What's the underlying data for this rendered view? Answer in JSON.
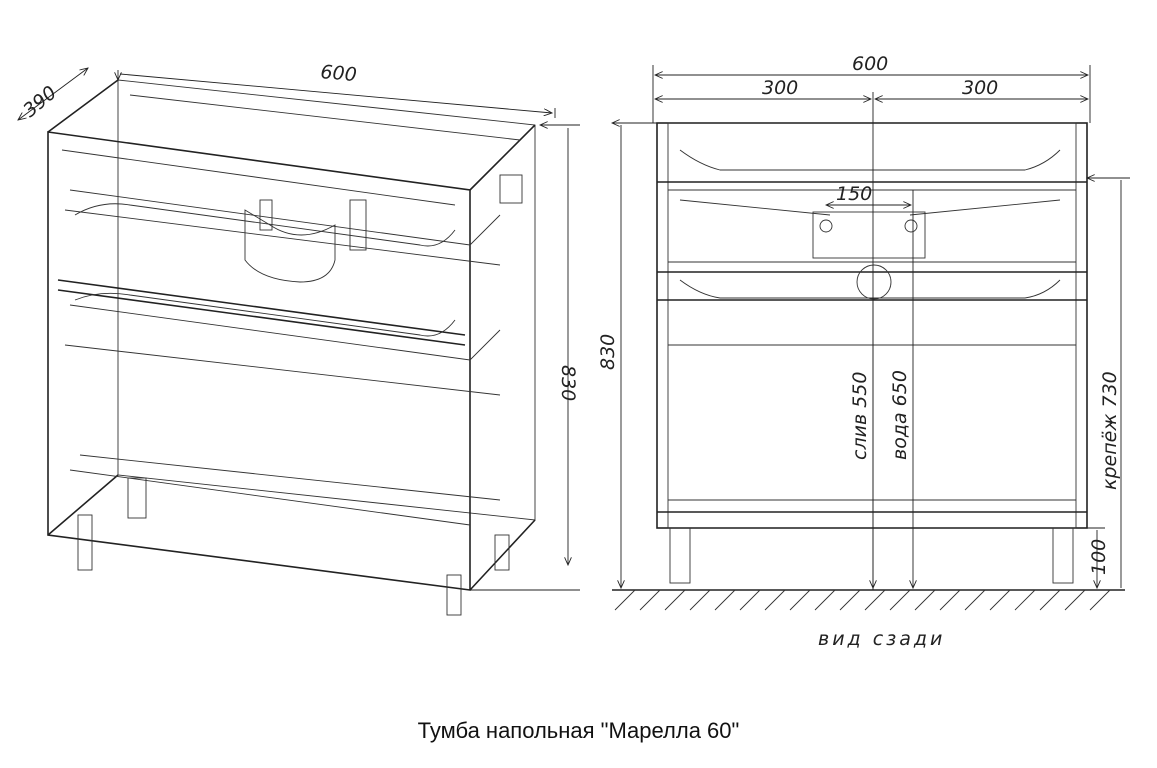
{
  "iso_view": {
    "width_label": "600",
    "depth_label": "390",
    "height_label": "830"
  },
  "rear_view": {
    "width_label": "600",
    "half_left_label": "300",
    "half_right_label": "300",
    "hole_spacing_label": "150",
    "height_label": "830",
    "drain_label": "слив 550",
    "water_label": "вода 650",
    "mount_label": "крепёж 730",
    "leg_label": "100",
    "view_title": "вид сзади"
  },
  "caption": "Тумба напольная \"Марелла 60\""
}
